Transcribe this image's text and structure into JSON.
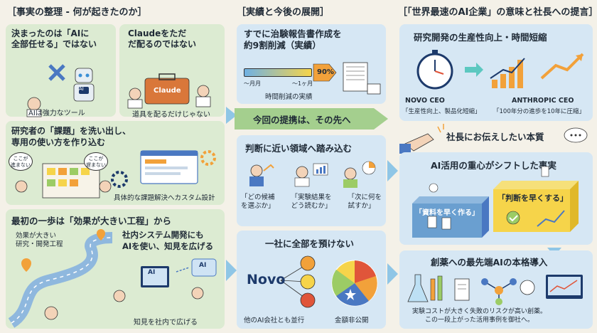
{
  "columns": {
    "left": "［事実の整理 - 何が起きたのか］",
    "middle": "［実績と今後の展開］",
    "right": "［「世界最速のAI企業」の意味と社長への提言］"
  },
  "left": {
    "card1": {
      "title": "決まったのは「AIに\n全部任せる」ではない",
      "caption": "AIは強力なツール",
      "robot_label": "AI"
    },
    "card2": {
      "title": "Claudeをただ\nだ配るのではない",
      "caption": "道具を配るだけじゃない",
      "toolbox_label": "Claude"
    },
    "card3": {
      "title": "研究者の「課題」を洗い出し、\n専用の使い方を作り込む",
      "bubble1": "ここが\n進まない",
      "bubble2": "ここが\n遅まない",
      "caption": "具体的な課題解決へカスタム設計"
    },
    "card4": {
      "title": "最初の一歩は「効果が大きい工程」から",
      "road_label": "効果が大きい\n研究・開発工程",
      "sub": "社内システム開発にも\nAIを使い、知見を広げる",
      "ai_tag1": "AI",
      "ai_tag2": "AI",
      "caption": "知見を社内で広げる"
    }
  },
  "middle": {
    "card1": {
      "title": "すでに治験報告書作成を\n約9割削減（実績）",
      "bar_pct": "90%",
      "bar_value": 0.9,
      "from": "〜月月",
      "to": "〜1ヶ月",
      "caption": "時間削減の実績"
    },
    "arrow_text": "今回の提携は、その先へ",
    "card2": {
      "title": "判断に近い領域へ踏み込む",
      "items": [
        "「どの候補\nを選ぶか」",
        "「実験結果を\nどう読むか」",
        "「次に何を\n試すか」"
      ]
    },
    "card3": {
      "title": "一社に全部を預けない",
      "logo": "Novo",
      "caption_left": "他のAI会社とも並行",
      "caption_right": "金額非公開"
    }
  },
  "right": {
    "card1": {
      "title": "研究開発の生産性向上・時間短縮",
      "novo": "NOVO CEO",
      "novo_quote": "「生産性向上、製品化短縮」",
      "anth": "ANTHROPIC CEO",
      "anth_quote": "「100年分の進歩を10年に圧縮」"
    },
    "essence": "社長にお伝えしたい本質",
    "card2": {
      "title": "AI活用の重心がシフトした事実",
      "box_left": "「資料を早く作る」",
      "box_right": "「判断を早くする」"
    },
    "card3": {
      "title": "創薬への最先端AIの本格導入",
      "caption": "実験コストが大きく失敗のリスクが高い創薬。\nこの一段上がった活用事例を御社へ。"
    }
  },
  "colors": {
    "green_panel": "#dcebd2",
    "blue_panel": "#d6e7f4",
    "orange": "#f2a13a",
    "navy": "#1d3a6b",
    "yellow": "#f6d44a"
  }
}
